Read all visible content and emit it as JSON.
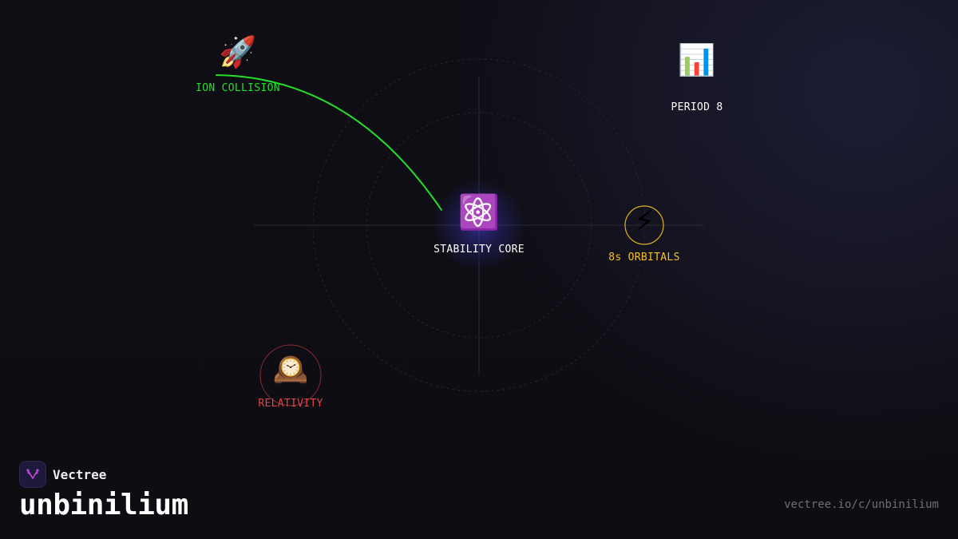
{
  "diagram": {
    "nodes": [
      {
        "id": "ion-collision",
        "icon": "🚀",
        "icon_name": "rocket-icon",
        "label": "ION COLLISION",
        "color": "#22e02a",
        "ring": false
      },
      {
        "id": "period-8",
        "icon": "📊",
        "icon_name": "bar-chart-icon",
        "label": "PERIOD 8",
        "color": "#ffffff",
        "ring": false
      },
      {
        "id": "stability-core",
        "icon": "⚛️",
        "icon_name": "atom-icon",
        "label": "STABILITY CORE",
        "color": "#ffffff",
        "ring": false
      },
      {
        "id": "8s-orbitals",
        "icon": "⚡",
        "icon_name": "lightning-icon",
        "label": "8s ORBITALS",
        "color": "#f5c02a",
        "ring": true
      },
      {
        "id": "relativity",
        "icon": "🕰️",
        "icon_name": "mantelpiece-clock-icon",
        "label": "RELATIVITY",
        "color": "#e0454a",
        "ring": true
      }
    ],
    "edges": [
      {
        "from": "ion-collision",
        "to": "stability-core",
        "color": "#22e02a"
      }
    ],
    "colors": {
      "core_glow": "#3a36c8",
      "guide_lines": "#2a2a32"
    }
  },
  "brand": {
    "name": "Vectree",
    "logo_color": "#c04ad8"
  },
  "page": {
    "title": "unbinilium",
    "url": "vectree.io/c/unbinilium"
  }
}
